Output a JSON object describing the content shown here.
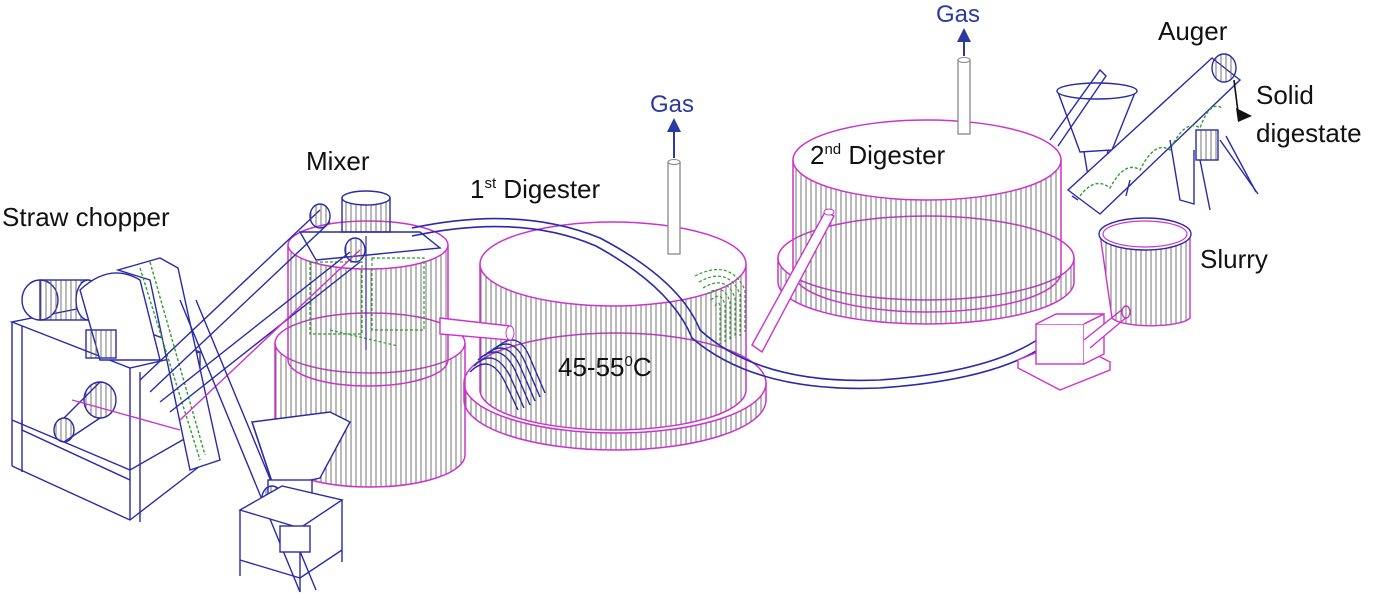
{
  "labels": {
    "straw_chopper": "Straw chopper",
    "mixer": "Mixer",
    "first_digester_num": "1",
    "first_digester_sup": "st",
    "first_digester_word": " Digester",
    "temperature_main": "45-55",
    "temperature_sup": "0",
    "temperature_unit": "C",
    "gas_1": "Gas",
    "gas_2": "Gas",
    "second_digester_num": "2",
    "second_digester_sup": "nd",
    "second_digester_word": " Digester",
    "auger": "Auger",
    "solid_line1": "Solid",
    "solid_line2": "digestate",
    "slurry": "Slurry"
  },
  "colors": {
    "tank_outline": "#cc33cc",
    "machinery": "#2a2aa8",
    "heater_coil_green": "#2e9e2e",
    "gas_arrow": "#2a3aa0",
    "hatching": "#555555",
    "text": "#111111"
  }
}
